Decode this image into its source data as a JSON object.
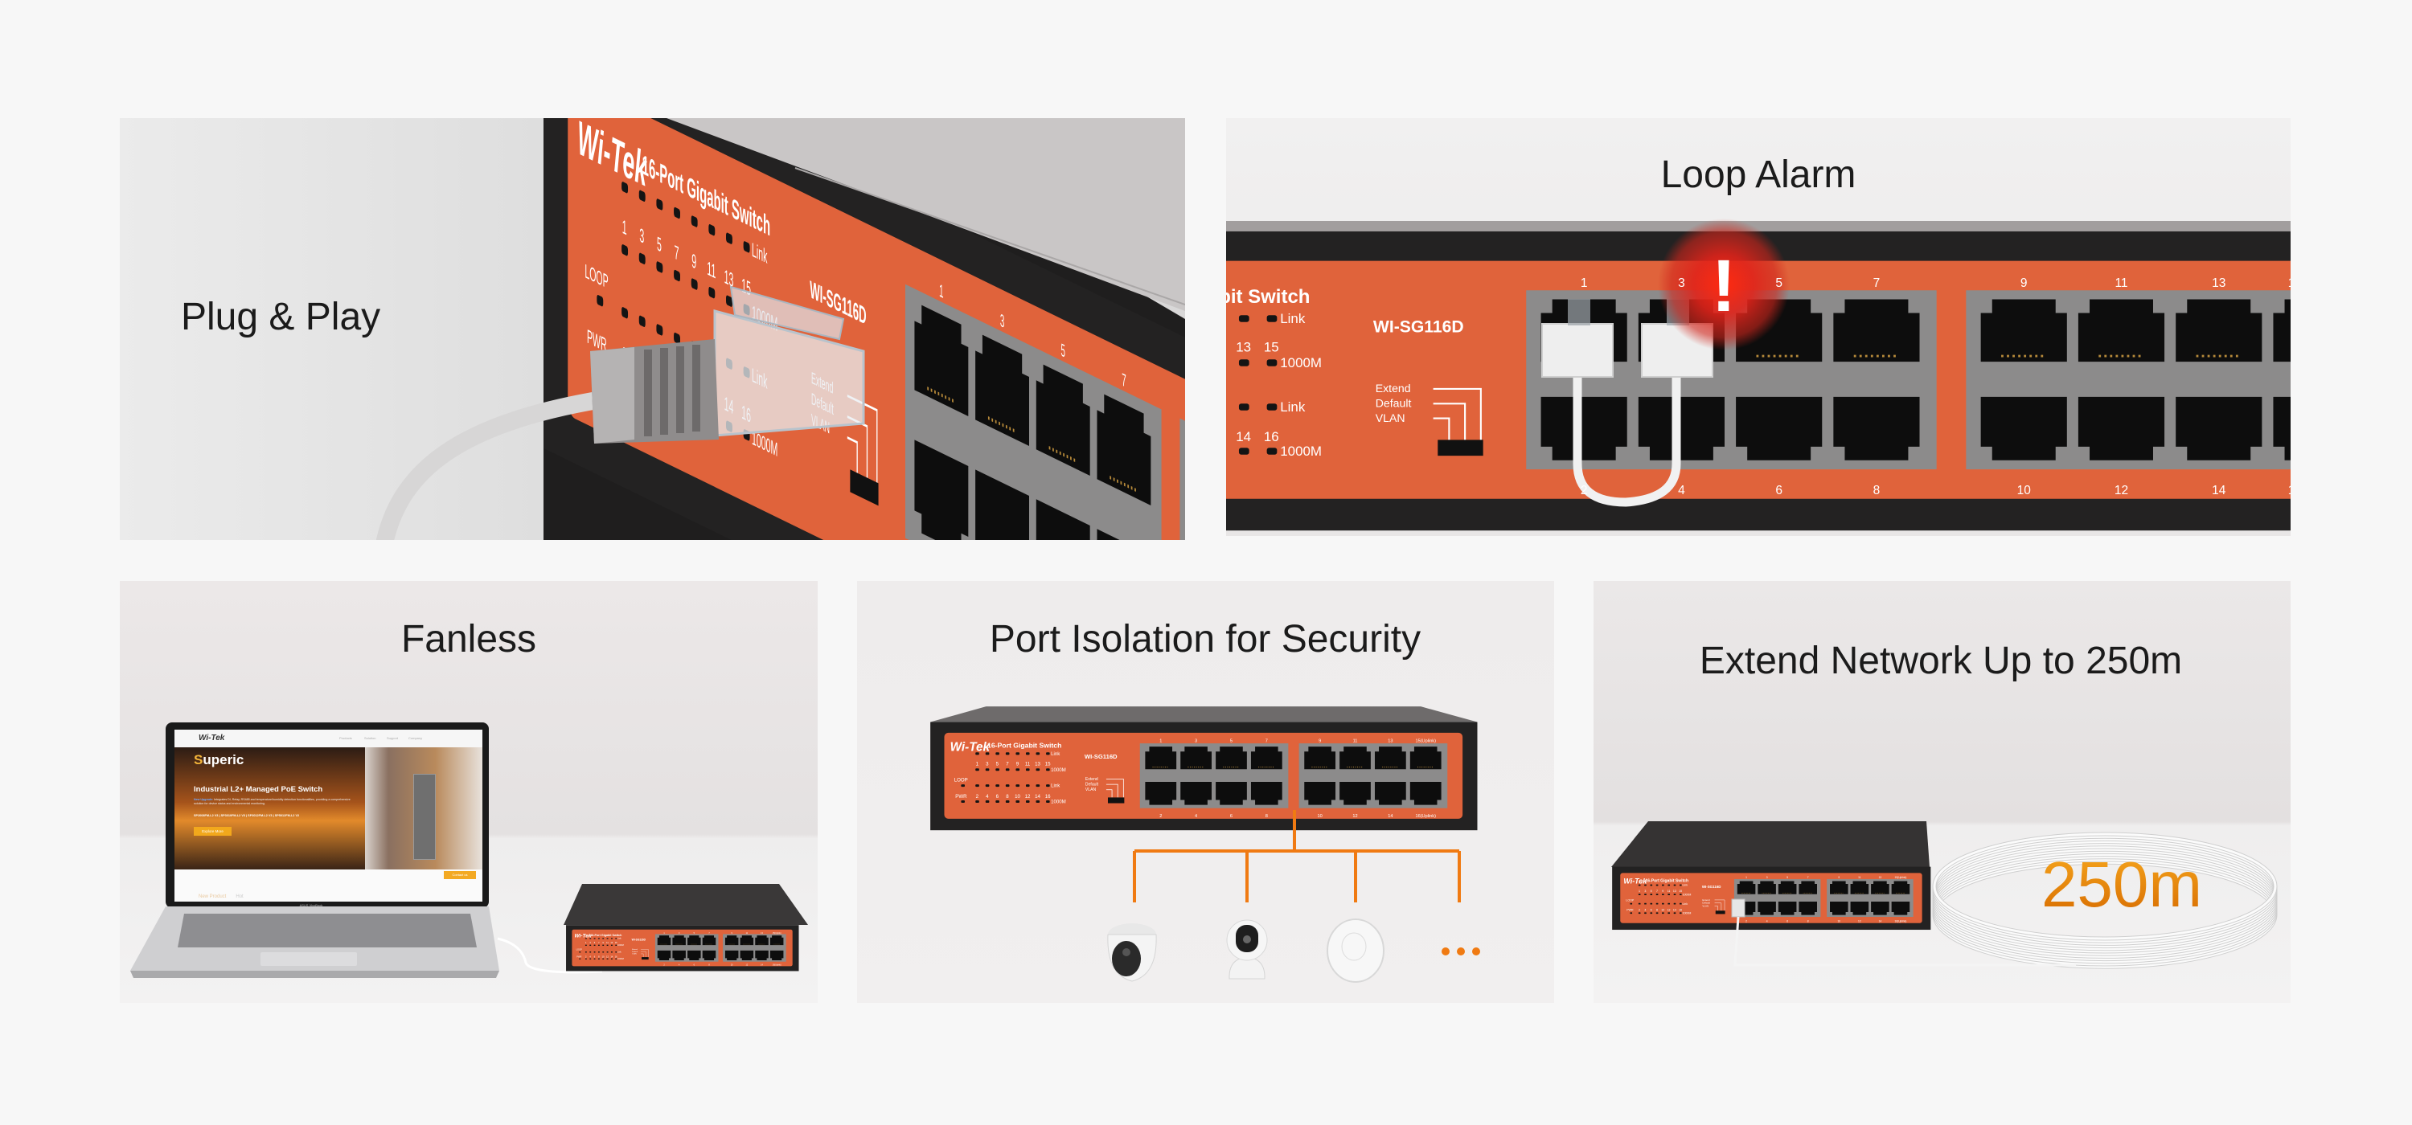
{
  "panels": {
    "plug_and_play": {
      "title": "Plug & Play"
    },
    "loop_alarm": {
      "title": "Loop Alarm",
      "alert_symbol": "!"
    },
    "fanless": {
      "title": "Fanless",
      "laptop": {
        "site_logo": "Wi-Tek",
        "nav": [
          "Products",
          "Solution",
          "Support",
          "Company"
        ],
        "banner_brand": "Superic",
        "banner_title": "Industrial L2+ Managed PoE Switch",
        "upgrade_label": "New Upgrade:",
        "upgrade_text": "Integrates DI, Relay, RS485 and temperature/humidity detection functionalities, providing a comprehensive solution for device status and environmental monitoring.",
        "models": [
          "SP2008FM-L2 V3",
          "SP3010FM-L2 V3",
          "SP3012FM-L2 V3",
          "SP5012FM-L2 V2"
        ],
        "cta": "Explore More",
        "contact": "Contact us",
        "tabs": [
          "New Product",
          "Hot"
        ],
        "laptop_brand": "ASUS VivoBook"
      }
    },
    "port_isolation": {
      "title": "Port Isolation for Security",
      "more_symbol": "..."
    },
    "extend_network": {
      "title": "Extend Network Up to 250m",
      "distance_label": "250m"
    }
  },
  "switch": {
    "brand": "Wi-Tek",
    "product_name": "16-Port Gigabit Switch",
    "model": "WI-SG116D",
    "led_labels": {
      "link": "Link",
      "speed": "1000M",
      "loop": "LOOP",
      "power": "PWR"
    },
    "odd_ports": [
      "1",
      "3",
      "5",
      "7",
      "9",
      "11",
      "13",
      "15"
    ],
    "even_ports": [
      "2",
      "4",
      "6",
      "8",
      "10",
      "12",
      "14",
      "16"
    ],
    "top_port_labels": [
      "1",
      "3",
      "5",
      "7",
      "9",
      "11",
      "13",
      "15(Uplink)"
    ],
    "bottom_port_labels": [
      "2",
      "4",
      "6",
      "8",
      "10",
      "12",
      "14",
      "16(Uplink)"
    ],
    "mode_switch": [
      "Extend",
      "Default",
      "VLAN"
    ]
  },
  "colors": {
    "front_panel": "#e0633b",
    "chassis": "#232222",
    "accent_orange": "#f07a12",
    "alarm_red": "#e0231a"
  }
}
